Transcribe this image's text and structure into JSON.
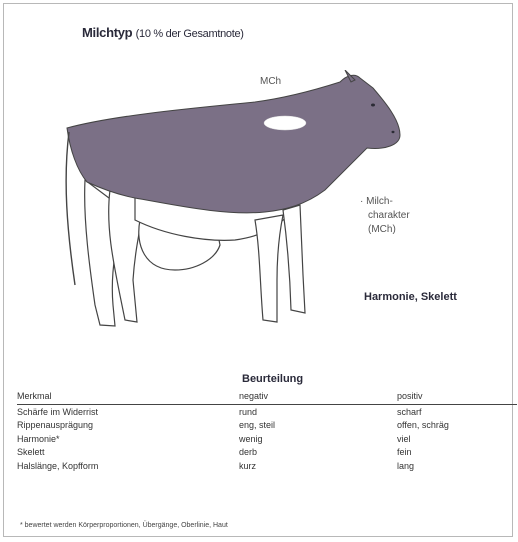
{
  "title": {
    "main": "Milchtyp",
    "sub": "(10 % der Gesamtnote)"
  },
  "diagram": {
    "marker_label": "MCh",
    "legend_lines": [
      "Milch-",
      "charakter",
      "(MCh)"
    ],
    "harmonie_label": "Harmonie, Skelett",
    "colors": {
      "body": "#7b7086",
      "outline": "#444444",
      "marker": "#ffffff"
    }
  },
  "table": {
    "group_heading": "Beurteilung",
    "headers": [
      "Merkmal",
      "negativ",
      "positiv"
    ],
    "rows": [
      [
        "Schärfe im Widerrist",
        "rund",
        "scharf"
      ],
      [
        "Rippenausprägung",
        "eng, steil",
        "offen, schräg"
      ],
      [
        "Harmonie*",
        "wenig",
        "viel"
      ],
      [
        "Skelett",
        "derb",
        "fein"
      ],
      [
        "Halslänge, Kopfform",
        "kurz",
        "lang"
      ]
    ]
  },
  "footnote": "* bewertet werden Körperproportionen, Übergänge, Oberlinie, Haut"
}
